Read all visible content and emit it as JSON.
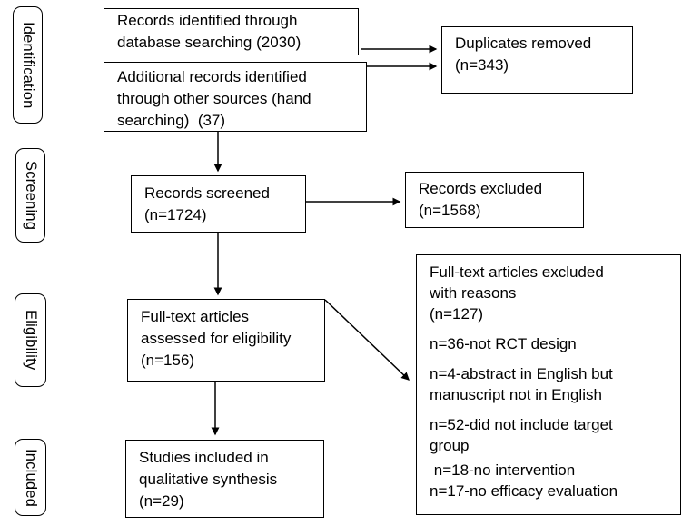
{
  "diagram": {
    "stages": [
      {
        "label": "Identification"
      },
      {
        "label": "Screening"
      },
      {
        "label": "Eligibility"
      },
      {
        "label": "Included"
      }
    ],
    "boxes": {
      "db_search": {
        "lines": [
          "Records identified through",
          "database searching (2030)"
        ]
      },
      "other_sources": {
        "lines": [
          "Additional records identified",
          "through other sources (hand",
          "searching)  (37)"
        ]
      },
      "duplicates_removed": {
        "lines": [
          "Duplicates removed",
          "(n=343)"
        ]
      },
      "records_screened": {
        "lines": [
          "Records screened",
          "(n=1724)"
        ]
      },
      "records_excluded": {
        "lines": [
          "Records excluded",
          "(n=1568)"
        ]
      },
      "fulltext_assessed": {
        "lines": [
          "Full-text articles",
          "assessed for eligibility",
          "(n=156)"
        ]
      },
      "fulltext_excluded": {
        "lines": [
          "Full-text articles excluded",
          "with reasons",
          "(n=127)",
          "n=36-not RCT design",
          "n=4-abstract in English but",
          "manuscript not in English",
          "n=52-did not include target",
          "group",
          " n=18-no intervention",
          "n=17-no efficacy evaluation"
        ]
      },
      "studies_included": {
        "lines": [
          "Studies included in",
          "qualitative synthesis",
          "(n=29)"
        ]
      }
    },
    "colors": {
      "line": "#000000",
      "text": "#000000",
      "background": "#ffffff"
    }
  }
}
